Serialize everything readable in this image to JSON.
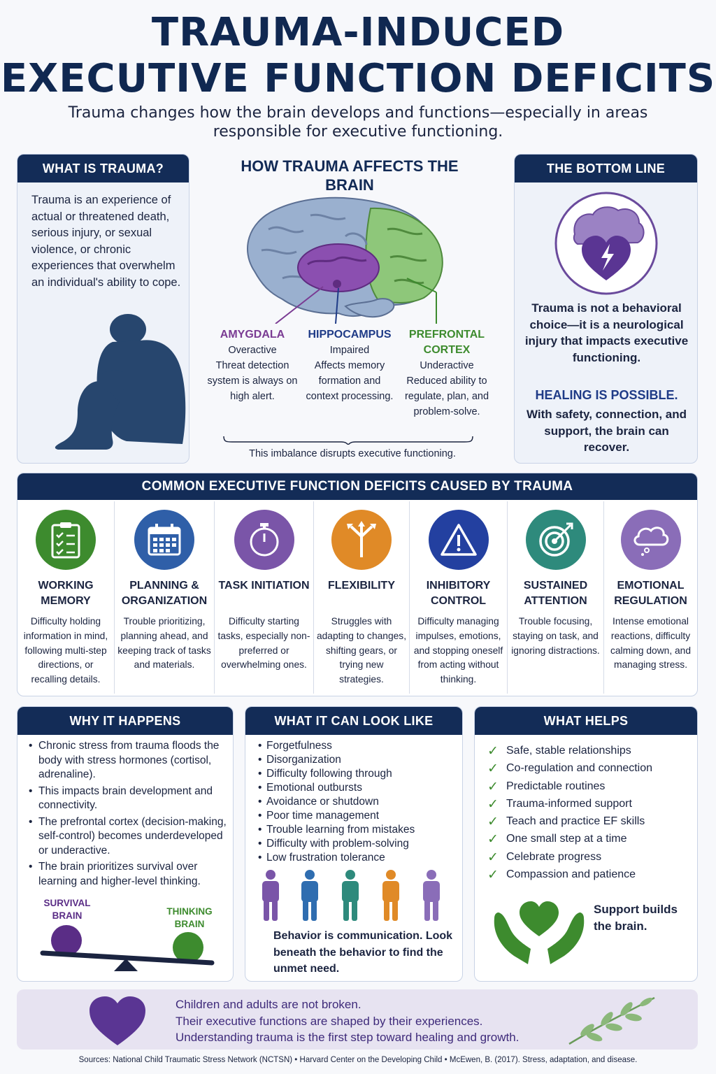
{
  "title_line1": "TRAUMA-INDUCED",
  "title_line2": "EXECUTIVE FUNCTION DEFICITS",
  "subtitle": "Trauma changes how the brain develops and functions—especially in areas responsible for executive functioning.",
  "trauma": {
    "header": "WHAT IS TRAUMA?",
    "text": "Trauma is an experience of actual or threatened death, serious injury, or sexual violence, or chronic experiences that overwhelm an individual's ability to cope."
  },
  "brain": {
    "title": "HOW TRAUMA AFFECTS THE BRAIN",
    "regions": [
      {
        "name": "AMYGDALA",
        "status": "Overactive",
        "desc": "Threat detection system is always on high alert."
      },
      {
        "name": "HIPPOCAMPUS",
        "status": "Impaired",
        "desc": "Affects memory formation and context processing."
      },
      {
        "name": "PREFRONTAL CORTEX",
        "status": "Underactive",
        "desc": "Reduced ability to regulate, plan, and problem-solve."
      }
    ],
    "imbalance": "This imbalance disrupts executive functioning."
  },
  "bottom_line": {
    "header": "THE BOTTOM LINE",
    "text": "Trauma is not a behavioral choice—it is a neurological injury that impacts executive functioning.",
    "healing_title": "HEALING IS POSSIBLE.",
    "healing_text": "With safety, connection, and support, the brain can recover."
  },
  "deficits": {
    "header": "COMMON EXECUTIVE FUNCTION DEFICITS CAUSED BY TRAUMA",
    "items": [
      {
        "name": "WORKING MEMORY",
        "desc": "Difficulty holding information in mind, following multi-step directions, or recalling details.",
        "icon": "clipboard-checklist-icon",
        "color": "#3d8b2e"
      },
      {
        "name": "PLANNING & ORGANIZATION",
        "desc": "Trouble prioritizing, planning ahead, and keeping track of tasks and materials.",
        "icon": "calendar-icon",
        "color": "#2f5fa8"
      },
      {
        "name": "TASK INITIATION",
        "desc": "Difficulty starting tasks, especially non-preferred or overwhelming ones.",
        "icon": "stopwatch-icon",
        "color": "#7a55a8"
      },
      {
        "name": "FLEXIBILITY",
        "desc": "Struggles with adapting to changes, shifting gears, or trying new strategies.",
        "icon": "split-arrows-icon",
        "color": "#e08a27"
      },
      {
        "name": "INHIBITORY CONTROL",
        "desc": "Difficulty managing impulses, emotions, and stopping oneself from acting without thinking.",
        "icon": "warning-icon",
        "color": "#2340a0"
      },
      {
        "name": "SUSTAINED ATTENTION",
        "desc": "Trouble focusing, staying on task, and ignoring distractions.",
        "icon": "target-icon",
        "color": "#2e8a7c"
      },
      {
        "name": "EMOTIONAL REGULATION",
        "desc": "Intense emotional reactions, difficulty calming down, and managing stress.",
        "icon": "storm-cloud-icon",
        "color": "#8a6db8"
      }
    ]
  },
  "why": {
    "header": "WHY IT HAPPENS",
    "items": [
      "Chronic stress from trauma floods the body with stress hormones (cortisol, adrenaline).",
      "This impacts brain development and connectivity.",
      "The prefrontal cortex (decision-making, self-control) becomes underdeveloped or underactive.",
      "The brain prioritizes survival over learning and higher-level thinking."
    ],
    "survival_label": "SURVIVAL BRAIN",
    "thinking_label": "THINKING BRAIN"
  },
  "look": {
    "header": "WHAT IT CAN LOOK LIKE",
    "items": [
      "Forgetfulness",
      "Disorganization",
      "Difficulty following through",
      "Emotional outbursts",
      "Avoidance or shutdown",
      "Poor time management",
      "Trouble learning from mistakes",
      "Difficulty with problem-solving",
      "Low frustration tolerance"
    ],
    "message": "Behavior is communication. Look beneath the behavior to find the unmet need."
  },
  "helps": {
    "header": "WHAT HELPS",
    "items": [
      "Safe, stable relationships",
      "Co-regulation and connection",
      "Predictable routines",
      "Trauma-informed support",
      "Teach and practice EF skills",
      "One small step at a time",
      "Celebrate progress",
      "Compassion and patience"
    ],
    "support_text": "Support builds the brain."
  },
  "banner": {
    "line1": "Children and adults are not broken.",
    "line2": "Their executive functions are shaped by their experiences.",
    "line3": "Understanding trauma is the first step toward healing and growth."
  },
  "sources": "Sources: National Child Traumatic Stress Network (NCTSN) • Harvard Center on the Developing Child • McEwen, B. (2017). Stress, adaptation, and disease."
}
